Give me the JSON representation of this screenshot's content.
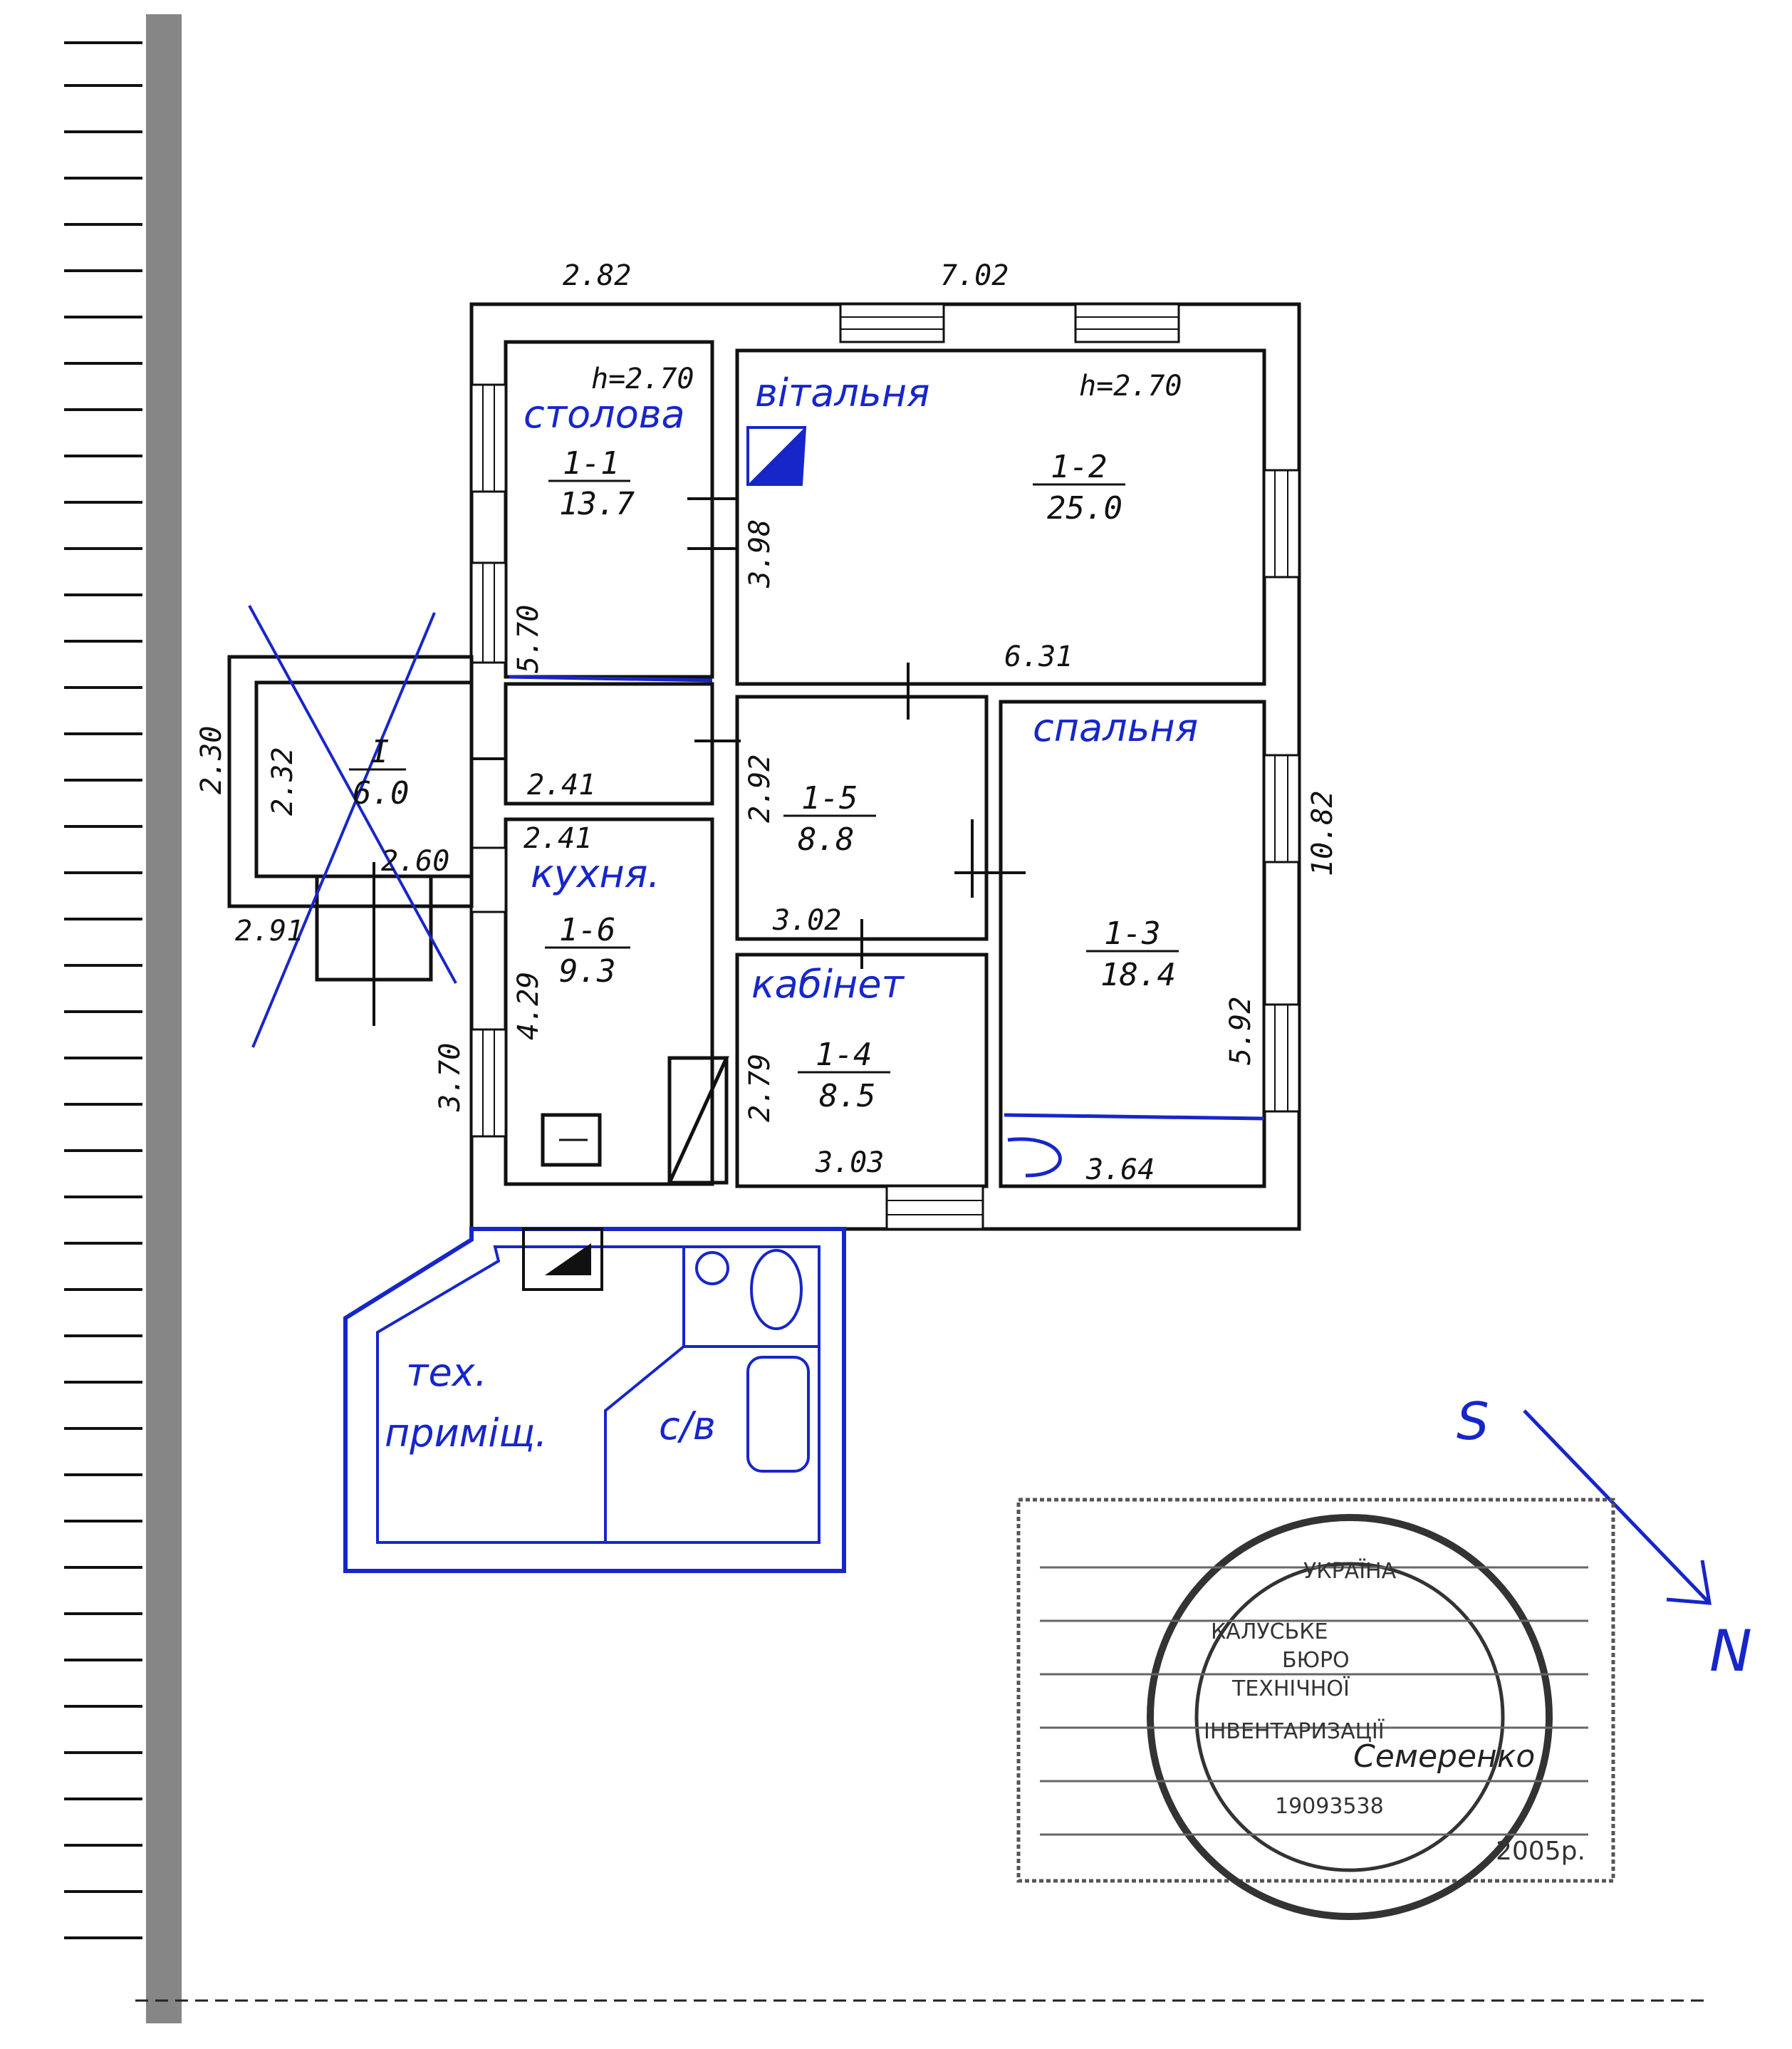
{
  "plan": {
    "dimensions": {
      "top_left": "2.82",
      "top_right": "7.02",
      "right_total": "10.82",
      "stolova_height": "5.70",
      "vitalna_height": "3.98",
      "vitalna_width": "6.31",
      "koridor_width_a": "2.41",
      "koridor_width_b": "2.41",
      "room_1_5_height": "2.92",
      "room_1_5_width": "3.02",
      "kabinet_height": "2.79",
      "kabinet_width": "3.03",
      "kukhnia_height": "4.29",
      "kukhnia_left": "3.70",
      "spalnia_height": "5.92",
      "spalnia_width": "3.64",
      "porch_h1": "2.32",
      "porch_h2": "2.30",
      "porch_w1": "2.60",
      "porch_w2": "2.91"
    },
    "heights": {
      "stolova": "h=2.70",
      "vitalna": "h=2.70"
    },
    "rooms": [
      {
        "key": "stolova",
        "label": "столова",
        "code": "1-1",
        "area": "13.7"
      },
      {
        "key": "vitalna",
        "label": "вітальня",
        "code": "1-2",
        "area": "25.0"
      },
      {
        "key": "spalnia",
        "label": "спальня",
        "code": "1-3",
        "area": "18.4"
      },
      {
        "key": "kabinet",
        "label": "кабінет",
        "code": "1-4",
        "area": "8.5"
      },
      {
        "key": "korydor",
        "label": "",
        "code": "1-5",
        "area": "8.8"
      },
      {
        "key": "kukhnia",
        "label": "кухня.",
        "code": "1-6",
        "area": "9.3"
      },
      {
        "key": "porch",
        "label": "",
        "code": "I",
        "area": "6.0"
      }
    ],
    "annex": {
      "tech_line1": "тех.",
      "tech_line2": "приміщ.",
      "bath": "с/в"
    },
    "compass": {
      "south": "S",
      "north": "N"
    }
  },
  "stamp": {
    "ring": "УКРАЇНА",
    "lines": [
      "КАЛУСЬКЕ",
      "БЮРО",
      "ТЕХНІЧНОЇ",
      "ІНВЕНТАРИЗАЦІЇ"
    ],
    "code": "19093538",
    "signature": "Семеренко",
    "year": "2005р."
  }
}
